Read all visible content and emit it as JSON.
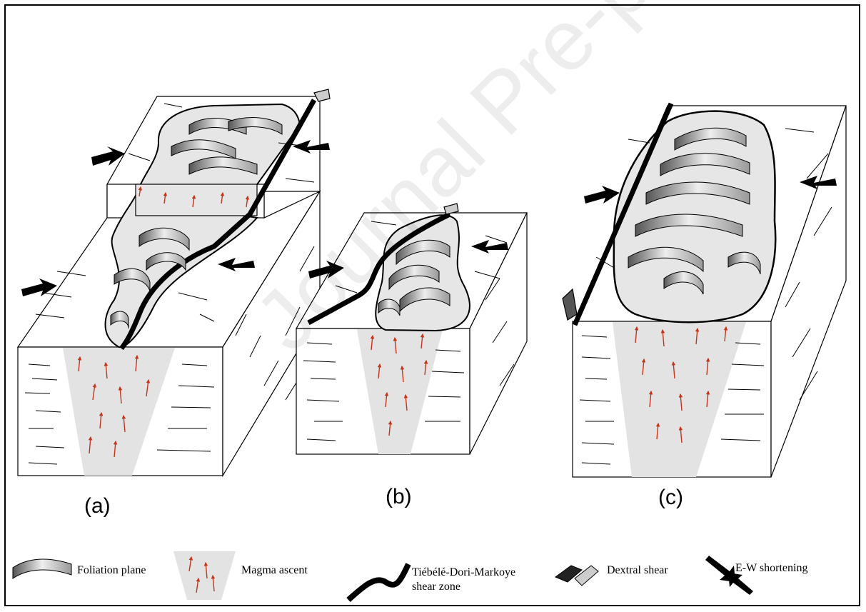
{
  "panels": {
    "a": "(a)",
    "b": "(b)",
    "c": "(c)"
  },
  "legend": {
    "foliation": "Foliation plane",
    "magma": "Magma ascent",
    "shear_zone_line1": "Tiébélé-Dori-Markoye",
    "shear_zone_line2": "shear zone",
    "dextral": "Dextral shear",
    "shortening": "E-W shortening"
  },
  "watermark": "Journal Pre-proof",
  "colors": {
    "pluton_fill": "#e6e6e6",
    "wedge_fill": "#e3e3e3",
    "arrow_red": "#c4361b",
    "ink": "#000000"
  }
}
